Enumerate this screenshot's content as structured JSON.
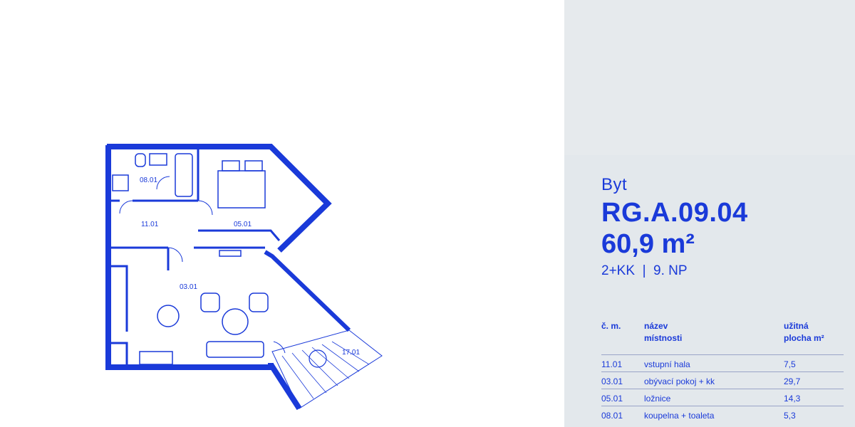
{
  "plan": {
    "rooms": [
      {
        "id": "08.01"
      },
      {
        "id": "11.01"
      },
      {
        "id": "05.01"
      },
      {
        "id": "03.01"
      },
      {
        "id": "17.01"
      }
    ]
  },
  "panel": {
    "label": "Byt",
    "unit_id": "RG.A.09.04",
    "area": "60,9 m²",
    "type": "2+KK  |  9. NP",
    "table": {
      "headers": {
        "number": "č. m.",
        "name_line1": "název",
        "name_line2": "místnosti",
        "area_line1": "užitná",
        "area_line2": "plocha m²"
      },
      "rows": [
        {
          "number": "11.01",
          "name": "vstupní hala",
          "area": "7,5"
        },
        {
          "number": "03.01",
          "name": "obývací pokoj + kk",
          "area": "29,7"
        },
        {
          "number": "05.01",
          "name": "ložnice",
          "area": "14,3"
        },
        {
          "number": "08.01",
          "name": "koupelna + toaleta",
          "area": "5,3"
        }
      ]
    }
  },
  "colors": {
    "accent": "#1a3ad9",
    "panel_bg": "#e5e9ec"
  }
}
